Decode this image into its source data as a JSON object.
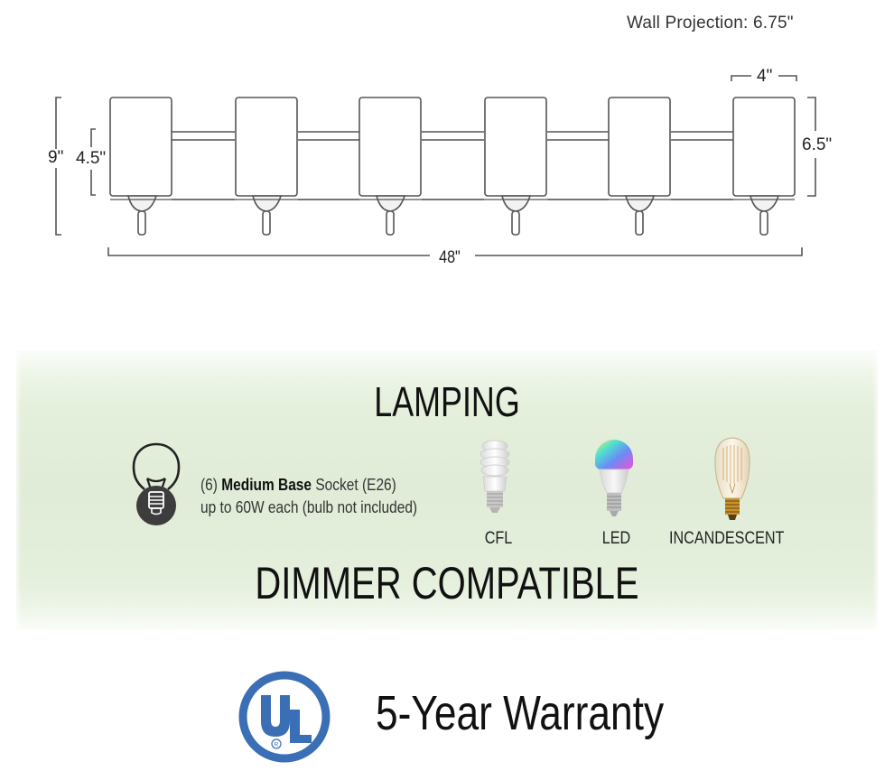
{
  "dimensions": {
    "wall_projection": "Wall Projection: 6.75\"",
    "overall_height": "9\"",
    "backplate_height": "4.5\"",
    "shade_height": "6.5\"",
    "shade_width": "4\"",
    "overall_width": "48\""
  },
  "fixture": {
    "light_count": 6,
    "line_color": "#555555"
  },
  "lamping": {
    "title": "LAMPING",
    "socket": {
      "count": "(6)",
      "base_type": "Medium Base",
      "socket_suffix": "Socket (E26)",
      "wattage": "up to 60W each (bulb not included)"
    },
    "bulb_types": [
      {
        "label": "CFL",
        "icon": "cfl-bulb-icon"
      },
      {
        "label": "LED",
        "icon": "led-bulb-icon"
      },
      {
        "label": "INCANDESCENT",
        "icon": "incandescent-bulb-icon"
      }
    ],
    "dimmer": "DIMMER COMPATIBLE",
    "panel_color": "#e2eeda"
  },
  "certification": {
    "logo_text": "UL",
    "registered_mark": "®",
    "logo_color": "#3a6eb5",
    "warranty": "5-Year Warranty"
  }
}
